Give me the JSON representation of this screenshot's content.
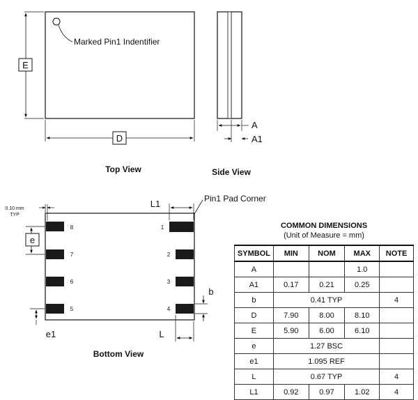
{
  "labels": {
    "dim_E": "E",
    "dim_D": "D",
    "dim_A": "A",
    "dim_A1": "A1",
    "dim_L1": "L1",
    "dim_e": "e",
    "dim_b": "b",
    "dim_e1": "e1",
    "dim_L": "L",
    "pin1_marker": "Marked Pin1 Indentifier",
    "pin1_pad_corner": "Pin1 Pad Corner",
    "offset_note_line1": "0.10 mm",
    "offset_note_line2": "TYP"
  },
  "views": {
    "top": "Top View",
    "side": "Side View",
    "bottom": "Bottom View"
  },
  "pins": [
    "1",
    "2",
    "3",
    "4",
    "5",
    "6",
    "7",
    "8"
  ],
  "table": {
    "title": "COMMON DIMENSIONS",
    "subtitle": "(Unit of Measure = mm)",
    "headers": [
      "SYMBOL",
      "MIN",
      "NOM",
      "MAX",
      "NOTE"
    ],
    "rows": [
      {
        "symbol": "A",
        "min": "",
        "nom": "",
        "max": "1.0",
        "note": ""
      },
      {
        "symbol": "A1",
        "min": "0.17",
        "nom": "0.21",
        "max": "0.25",
        "note": ""
      },
      {
        "symbol": "b",
        "value": "0.41 TYP",
        "note": "4"
      },
      {
        "symbol": "D",
        "min": "7.90",
        "nom": "8.00",
        "max": "8.10",
        "note": ""
      },
      {
        "symbol": "E",
        "min": "5.90",
        "nom": "6.00",
        "max": "6.10",
        "note": ""
      },
      {
        "symbol": "e",
        "value": "1.27 BSC",
        "note": ""
      },
      {
        "symbol": "e1",
        "value": "1.095 REF",
        "note": ""
      },
      {
        "symbol": "L",
        "value": "0.67 TYP",
        "note": "4"
      },
      {
        "symbol": "L1",
        "min": "0.92",
        "nom": "0.97",
        "max": "1.02",
        "note": "4"
      }
    ]
  }
}
